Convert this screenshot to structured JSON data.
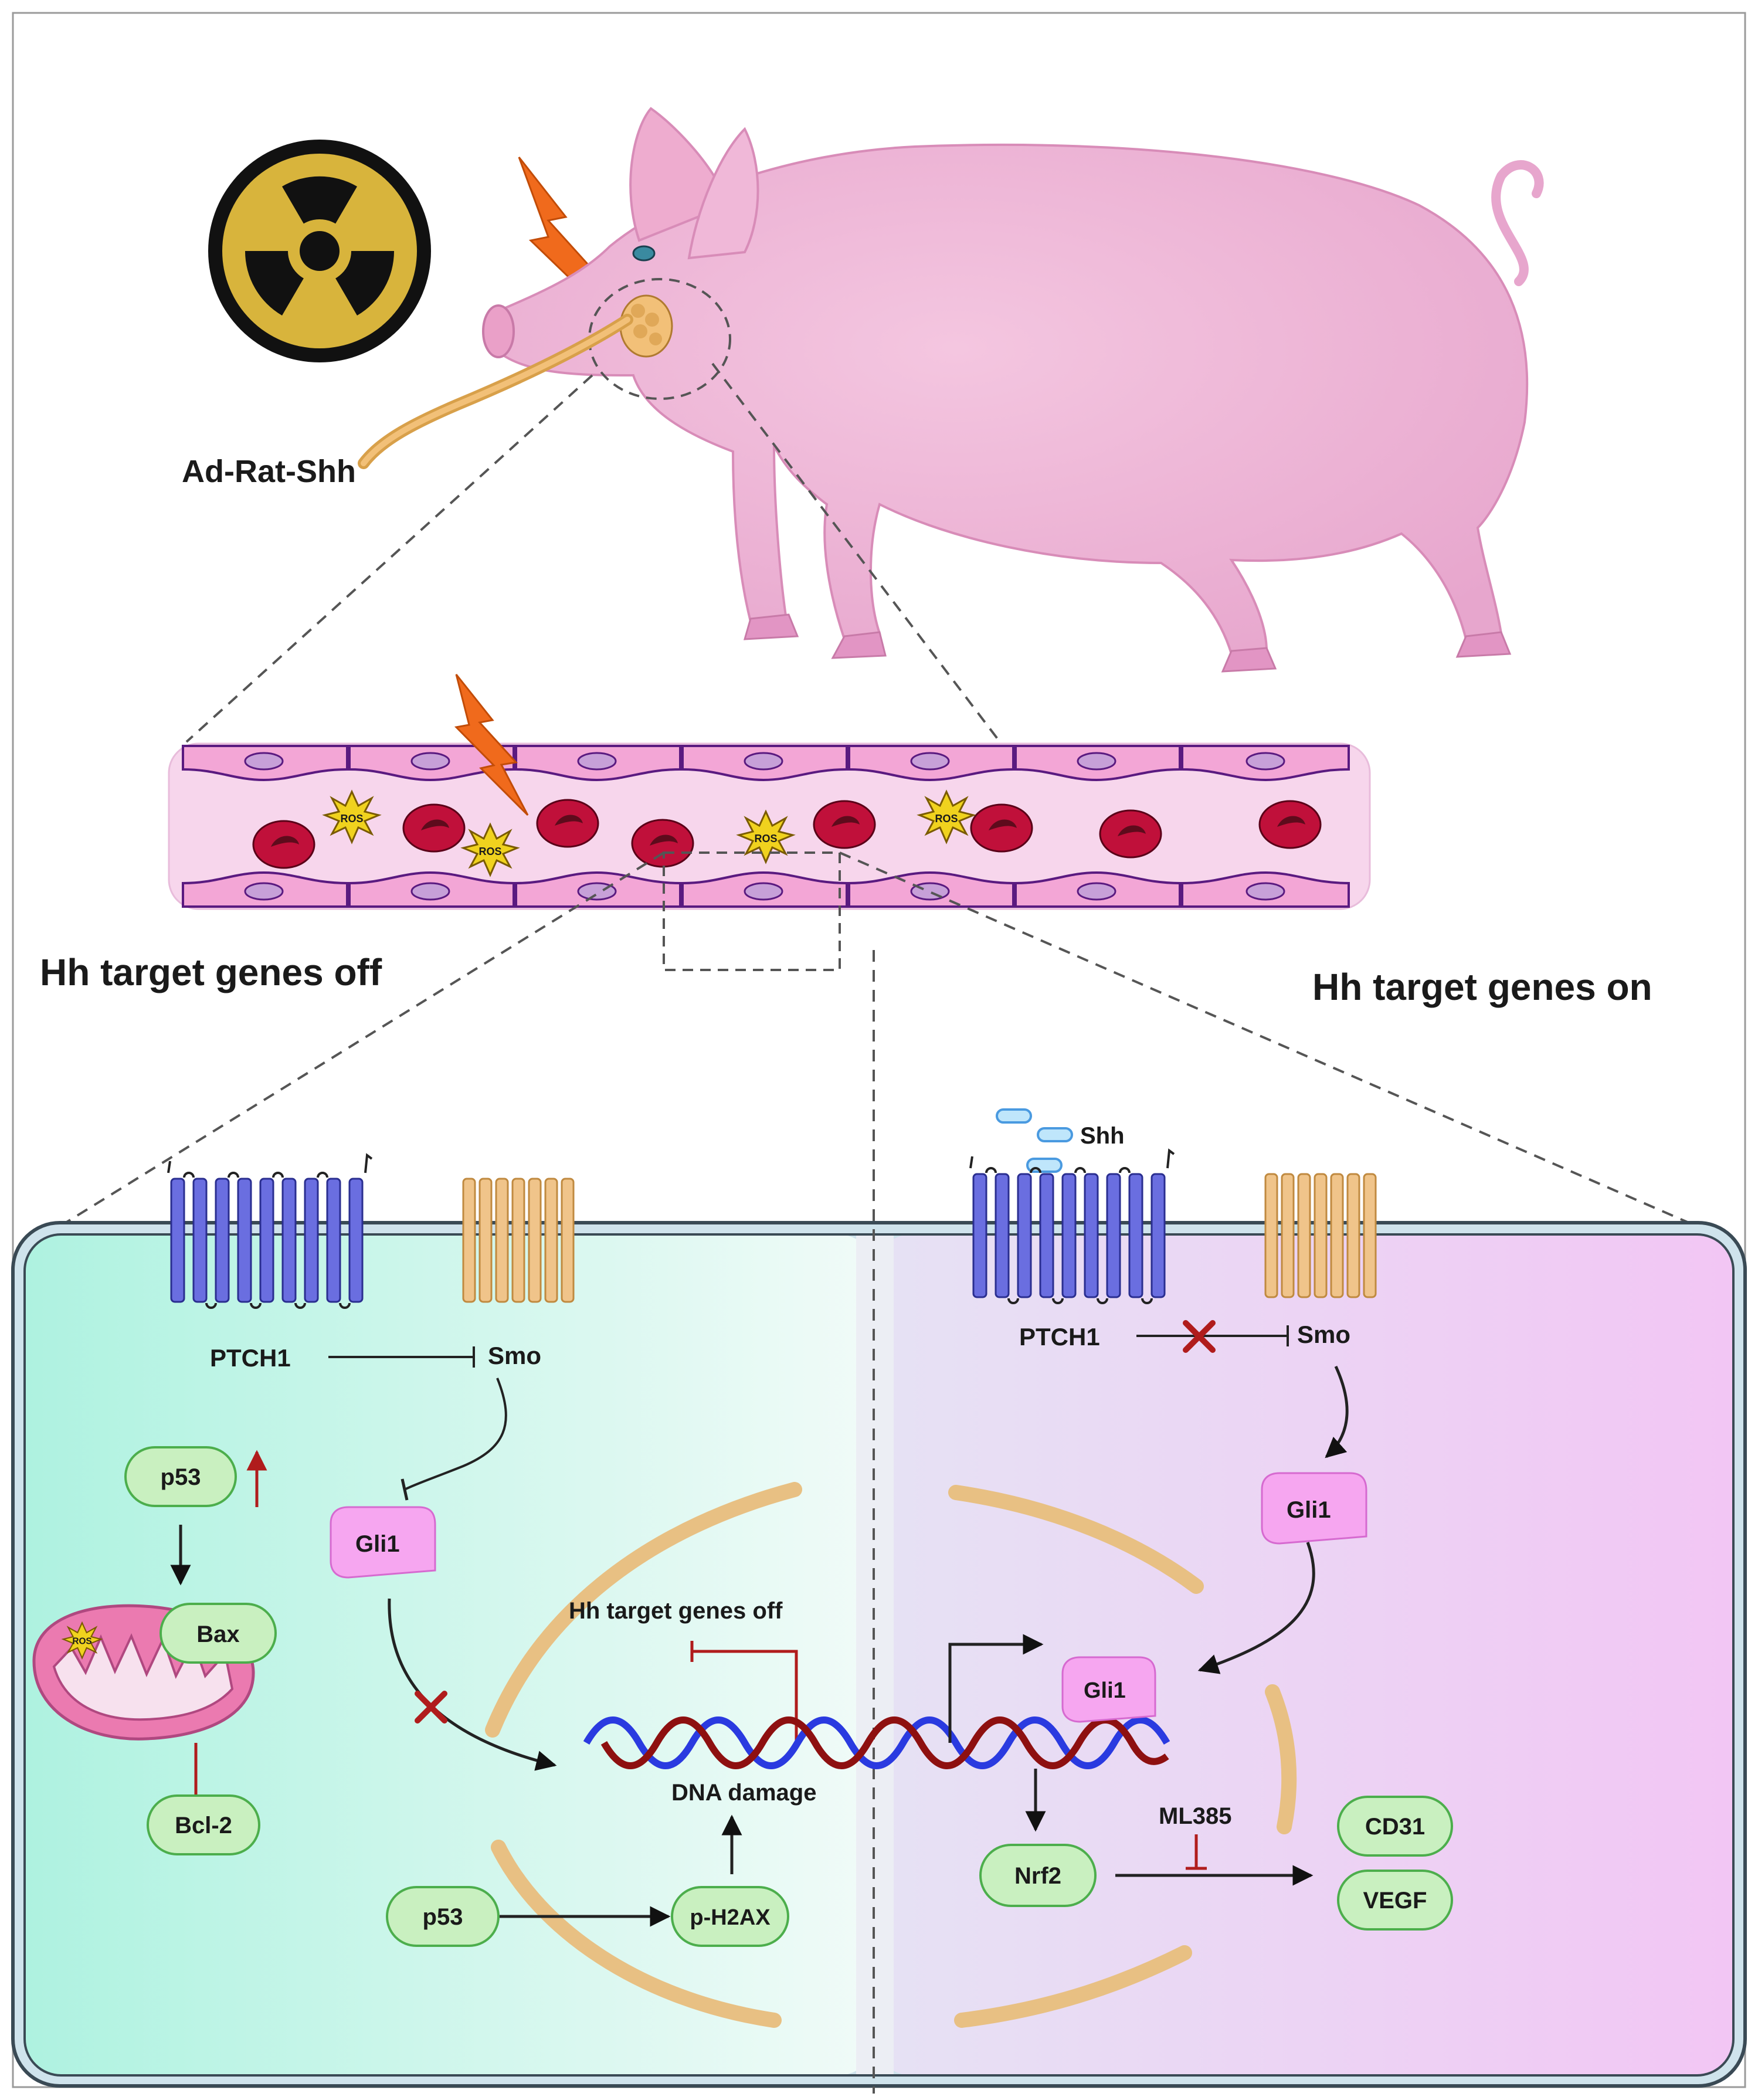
{
  "labels": {
    "vector": "Ad-Rat-Shh",
    "ros": "ROS",
    "left_title": "Hh target genes off",
    "right_title": "Hh target genes on",
    "shh": "Shh",
    "ptch1": "PTCH1",
    "smo": "Smo",
    "gli1": "Gli1",
    "p53": "p53",
    "bax": "Bax",
    "bcl2": "Bcl-2",
    "hh_off_inner": "Hh target genes off",
    "dna_damage": "DNA damage",
    "ph2ax": "p-H2AX",
    "nrf2": "Nrf2",
    "ml385": "ML385",
    "cd31": "CD31",
    "vegf": "VEGF"
  },
  "icons": {
    "radiation": "radiation-hazard-icon",
    "lightning": "lightning-bolt-icon",
    "inhibition": "inhibition-cross-icon",
    "upregulation": "up-arrow-icon"
  },
  "colors": {
    "lightning": "#f06a1c",
    "radiation_yellow": "#d8b43c",
    "ptch1": "#6a6ee0",
    "smo": "#f0c48a",
    "gli1_fill": "#f6a6f0",
    "protein_fill": "#c9f0c0",
    "protein_stroke": "#4cae4c",
    "inhibit_red": "#b01c1c",
    "dna_blue": "#2a3ae0",
    "dna_red": "#8e1010",
    "pig": "#f0b4d8",
    "rbc": "#c0103a"
  }
}
